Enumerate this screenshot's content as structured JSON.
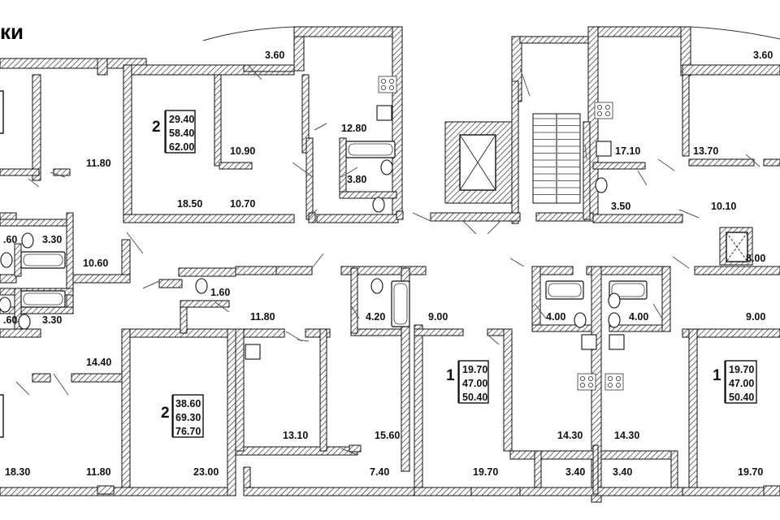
{
  "title": "ки",
  "room_areas": {
    "r1": "3.60",
    "r2": "3.60",
    "r3": "11.80",
    "r4": "10.90",
    "r5": "12.80",
    "r6": "17.10",
    "r7": "13.70",
    "r8": "3.80",
    "r9": "18.50",
    "r10": "10.70",
    "r11": "3.50",
    "r12": "10.10",
    "r13": ".60",
    "r14": "3.30",
    "r15": "10.60",
    "r16": "8.00",
    "r17": "1.60",
    "r18": "4.20",
    "r19": "9.00",
    "r20": "4.00",
    "r21": "4.00",
    "r22": "9.00",
    "r23": ".60",
    "r24": "3.30",
    "r25": "11.80",
    "r26": "14.40",
    "r27": "13.10",
    "r28": "15.60",
    "r29": "14.30",
    "r30": "14.30",
    "r31": "18.30",
    "r32": "11.80",
    "r33": "23.00",
    "r34": "7.40",
    "r35": "19.70",
    "r36": "3.40",
    "r37": "3.40",
    "r38": "19.70"
  },
  "apartments": [
    {
      "rooms": "2",
      "living": "29.40",
      "total": "58.40",
      "with_balcony": "62.00"
    },
    {
      "rooms": "2",
      "living": "38.60",
      "total": "69.30",
      "with_balcony": "76.70"
    },
    {
      "rooms": "1",
      "living": "19.70",
      "total": "47.00",
      "with_balcony": "50.40"
    },
    {
      "rooms": "1",
      "living": "19.70",
      "total": "47.00",
      "with_balcony": "50.40"
    }
  ]
}
